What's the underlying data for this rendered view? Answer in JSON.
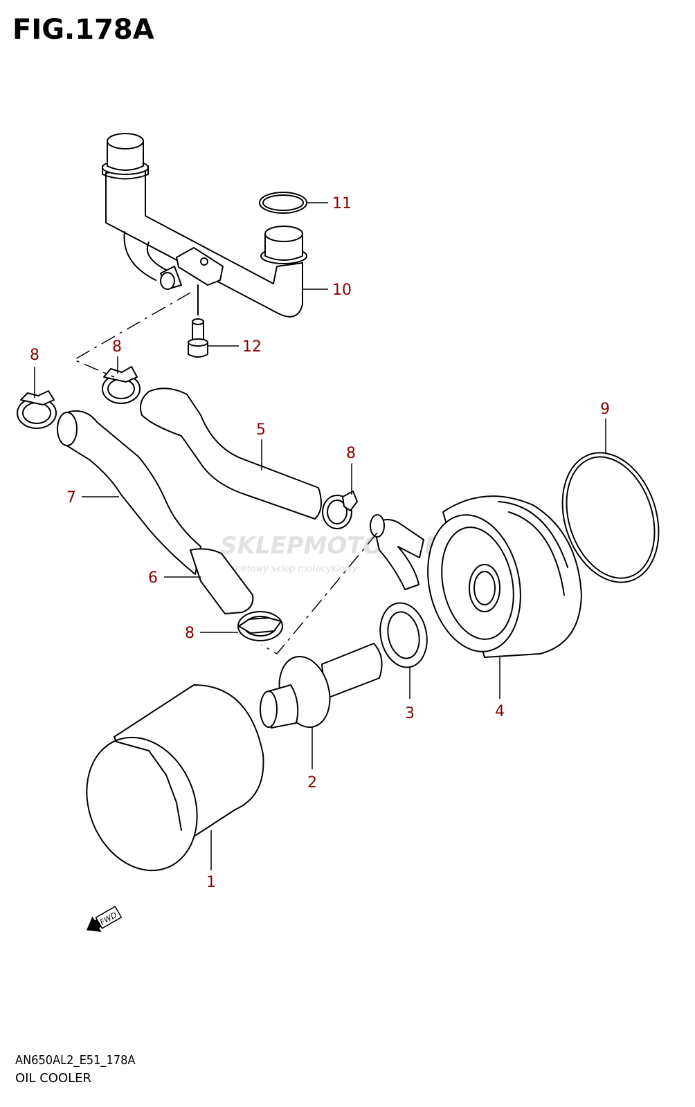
{
  "figure": {
    "title": "FIG.178A",
    "code": "AN650AL2_E51_178A",
    "name": "OIL COOLER"
  },
  "callouts": {
    "c1": "1",
    "c2": "2",
    "c3": "3",
    "c4": "4",
    "c5": "5",
    "c6": "6",
    "c7": "7",
    "c8a": "8",
    "c8b": "8",
    "c8c": "8",
    "c8d": "8",
    "c9": "9",
    "c10": "10",
    "c11": "11",
    "c12": "12"
  },
  "fwd_label": "FWD",
  "watermark": {
    "brand": "SKLEPMOTO24.PL",
    "tagline": "internetowy sklep motocyklowy"
  },
  "colors": {
    "callout": "#8b0000",
    "line": "#000000",
    "background": "#ffffff"
  }
}
